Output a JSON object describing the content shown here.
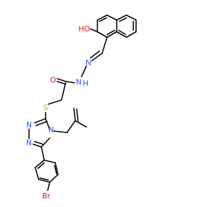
{
  "colors": {
    "bond": "#000000",
    "O": "#ff0d0d",
    "N": "#3050f8",
    "S": "#c8a800",
    "Br": "#a62929",
    "background": "#ffffff"
  },
  "atoms": [
    {
      "id": "OH",
      "text": "HO",
      "element": "O"
    },
    {
      "id": "O_carbonyl",
      "text": "O",
      "element": "O"
    },
    {
      "id": "N_imine",
      "text": "N",
      "element": "N"
    },
    {
      "id": "NH",
      "text": "N",
      "element": "N"
    },
    {
      "id": "H_amide",
      "text": "H",
      "element": "N"
    },
    {
      "id": "S",
      "text": "S",
      "element": "S"
    },
    {
      "id": "N_triazole_top",
      "text": "N",
      "element": "N"
    },
    {
      "id": "N_triazole_4",
      "text": "N",
      "element": "N"
    },
    {
      "id": "N_triazole_bottom",
      "text": "N",
      "element": "N"
    },
    {
      "id": "Br",
      "text": "Br",
      "element": "Br"
    }
  ]
}
